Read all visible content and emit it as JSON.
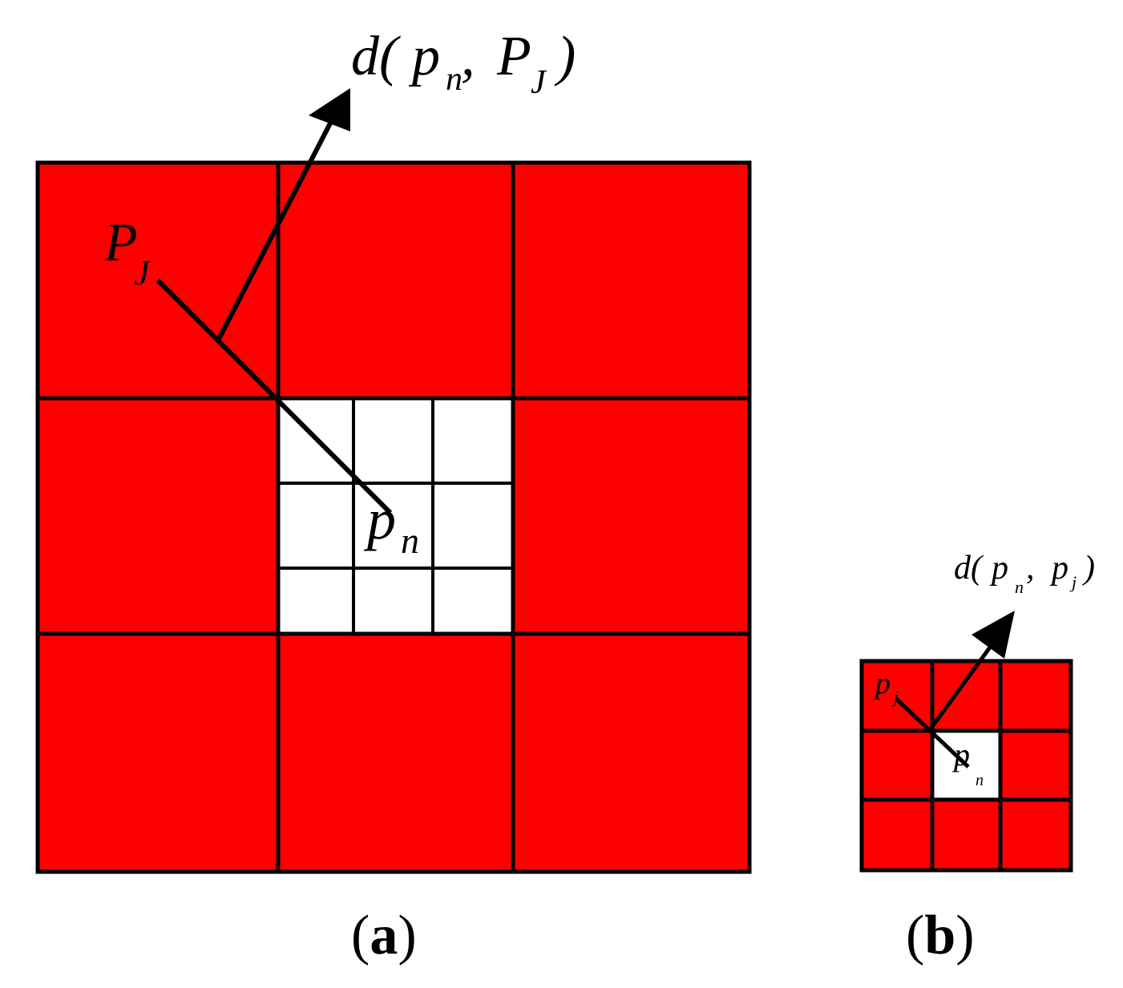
{
  "colors": {
    "fill_red": "#ff0000",
    "fill_white": "#ffffff",
    "line": "#000000"
  },
  "panel_a": {
    "outer_grid": "3x3",
    "center_subgrid": "3x3",
    "label_pj_main": "P",
    "label_pj_sub": "J",
    "label_pn_main": "p",
    "label_pn_sub": "n",
    "distance": {
      "prefix": "d(",
      "p_main": "p",
      "p_sub": "n",
      "comma": " ,",
      "P_main": "P",
      "P_sub": "J",
      "suffix": ")"
    },
    "caption_open": "(",
    "caption_letter": "a",
    "caption_close": ")"
  },
  "panel_b": {
    "grid": "3x3",
    "label_pj_main": "p",
    "label_pj_sub": "j",
    "label_pn_main": "p",
    "label_pn_sub": "n",
    "distance": {
      "prefix": "d(",
      "p_main": "p",
      "p_sub": "n",
      "comma": " ,",
      "P_main": "p",
      "P_sub": "j",
      "suffix": ")"
    },
    "caption_open": "(",
    "caption_letter": "b",
    "caption_close": ")"
  }
}
